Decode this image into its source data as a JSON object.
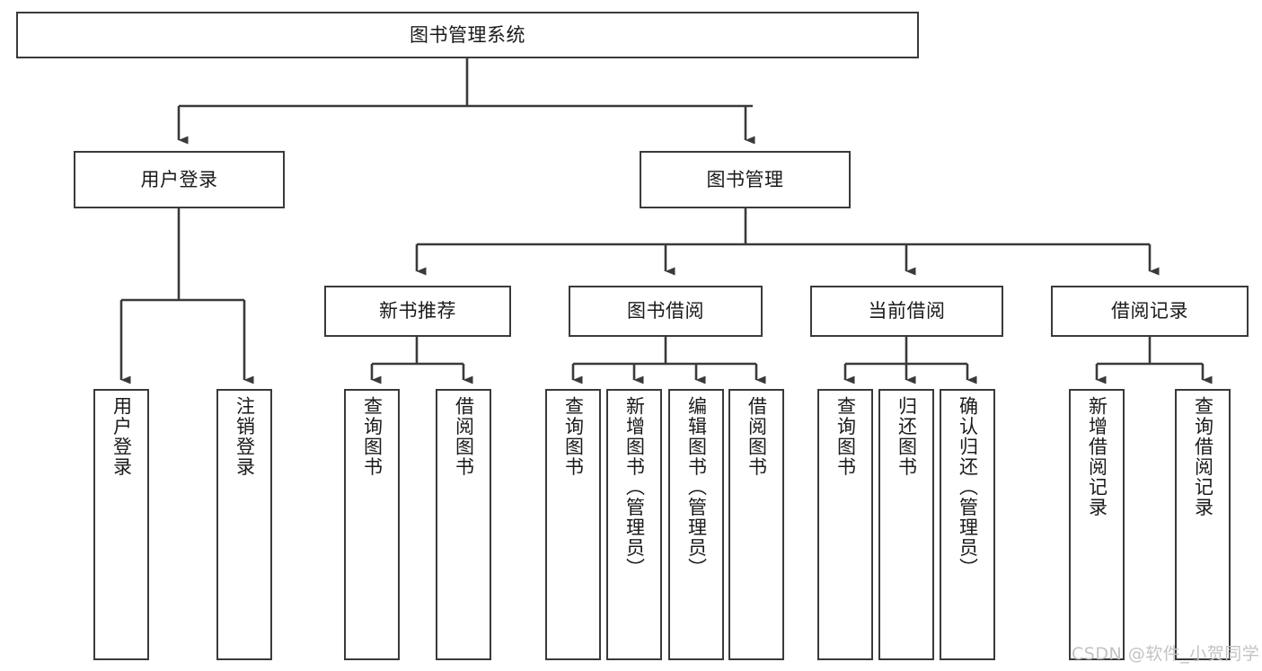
{
  "diagram": {
    "type": "tree-hierarchy",
    "title": "图书管理系统",
    "watermark": "CSDN @软件_小贺同学",
    "colors": {
      "box_border": "#3a3a3a",
      "box_fill": "#ffffff",
      "connector": "#3a3a3a",
      "text": "#1a1a1a",
      "watermark": "#c3c3c3"
    },
    "root": {
      "label": "图书管理系统"
    },
    "level1": [
      {
        "label": "用户登录"
      },
      {
        "label": "图书管理"
      }
    ],
    "level2": [
      {
        "label": "新书推荐"
      },
      {
        "label": "图书借阅"
      },
      {
        "label": "当前借阅"
      },
      {
        "label": "借阅记录"
      }
    ],
    "leaves": {
      "user_login": [
        {
          "label": "用户登录"
        },
        {
          "label": "注销登录"
        }
      ],
      "new_book_recommend": [
        {
          "label": "查询图书"
        },
        {
          "label": "借阅图书"
        }
      ],
      "book_borrow": [
        {
          "label": "查询图书"
        },
        {
          "label": "新增图书（管理员）"
        },
        {
          "label": "编辑图书（管理员）"
        },
        {
          "label": "借阅图书"
        }
      ],
      "current_borrow": [
        {
          "label": "查询图书"
        },
        {
          "label": "归还图书"
        },
        {
          "label": "确认归还（管理员）"
        }
      ],
      "borrow_records": [
        {
          "label": "新增借阅记录"
        },
        {
          "label": "查询借阅记录"
        }
      ]
    }
  }
}
